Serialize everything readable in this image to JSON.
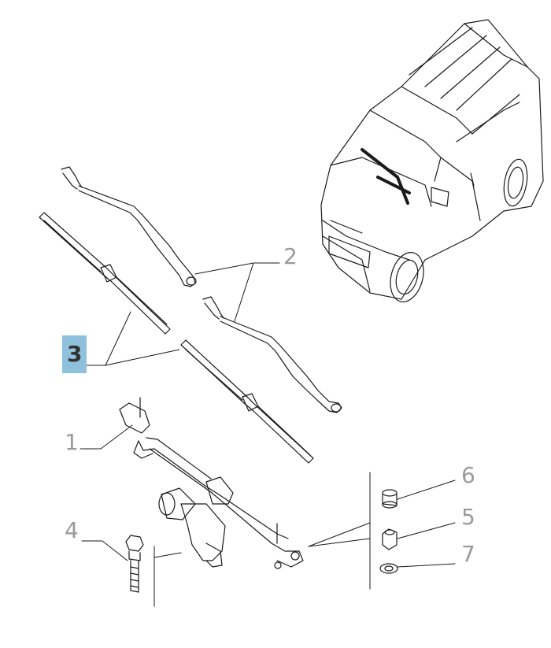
{
  "callouts": {
    "wiper_arms": "2",
    "wiper_blades": "3",
    "linkage_assembly": "1",
    "screw": "4",
    "cap": "6",
    "nut": "5",
    "washer": "7"
  },
  "colors": {
    "highlight": "#8fc1dc",
    "label": "#9a9a9a",
    "line": "#1a1a1a"
  }
}
